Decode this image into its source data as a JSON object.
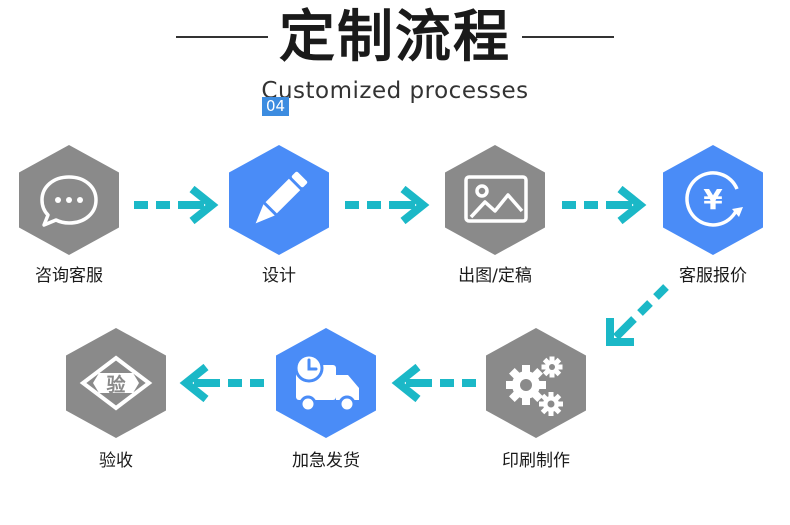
{
  "header": {
    "title": "定制流程",
    "subtitle": "Customized processes",
    "badge": "04"
  },
  "colors": {
    "gray": "#8a8a8a",
    "blue": "#4a8cf7",
    "arrow": "#1bb8c7"
  },
  "steps": [
    {
      "label": "咨询客服",
      "icon": "chat-bubble-icon",
      "color": "gray"
    },
    {
      "label": "设计",
      "icon": "pencil-icon",
      "color": "blue"
    },
    {
      "label": "出图/定稿",
      "icon": "image-icon",
      "color": "gray"
    },
    {
      "label": "客服报价",
      "icon": "yuan-refresh-icon",
      "color": "blue"
    },
    {
      "label": "印刷制作",
      "icon": "gears-icon",
      "color": "gray"
    },
    {
      "label": "加急发货",
      "icon": "delivery-truck-icon",
      "color": "blue"
    },
    {
      "label": "验收",
      "icon": "inspection-seal-icon",
      "color": "gray"
    }
  ],
  "icon_text": {
    "yuan": "¥",
    "seal": "验"
  }
}
